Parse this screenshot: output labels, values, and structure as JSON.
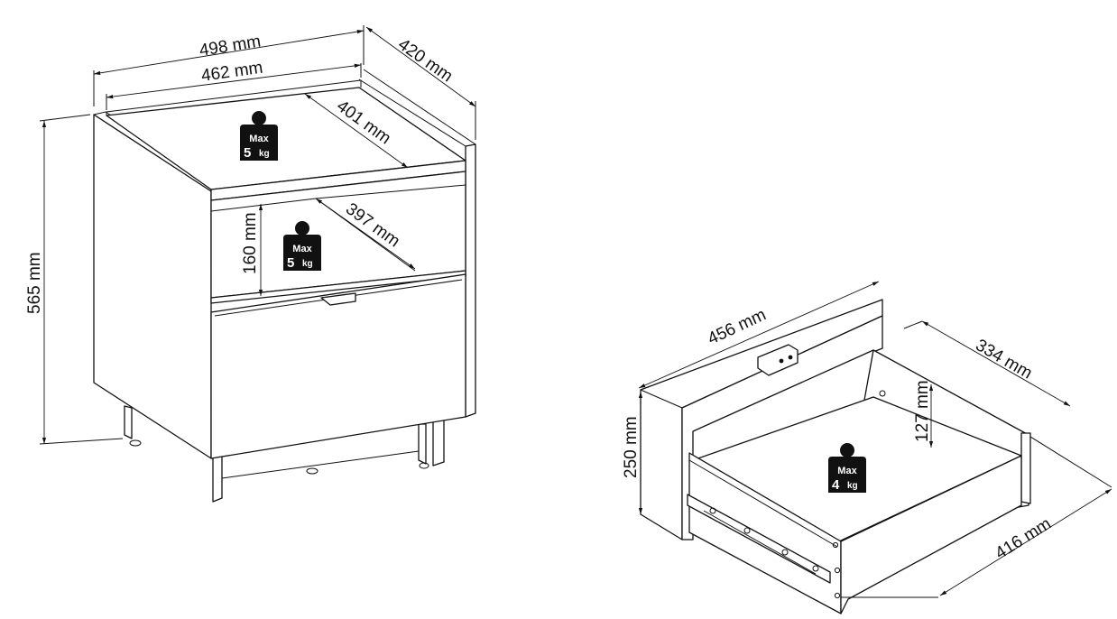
{
  "nightstand": {
    "width_outer": "498 mm",
    "width_inner": "462 mm",
    "depth": "420 mm",
    "height": "565 mm",
    "top_depth": "401 mm",
    "shelf_depth": "397 mm",
    "shelf_height": "160 mm",
    "top_load": {
      "max": "Max",
      "value": "5",
      "unit": "kg"
    },
    "shelf_load": {
      "max": "Max",
      "value": "5",
      "unit": "kg"
    }
  },
  "drawer": {
    "width": "456 mm",
    "height": "250 mm",
    "inner_depth": "334 mm",
    "inner_height": "127 mm",
    "depth": "416 mm",
    "load": {
      "max": "Max",
      "value": "4",
      "unit": "kg"
    }
  }
}
